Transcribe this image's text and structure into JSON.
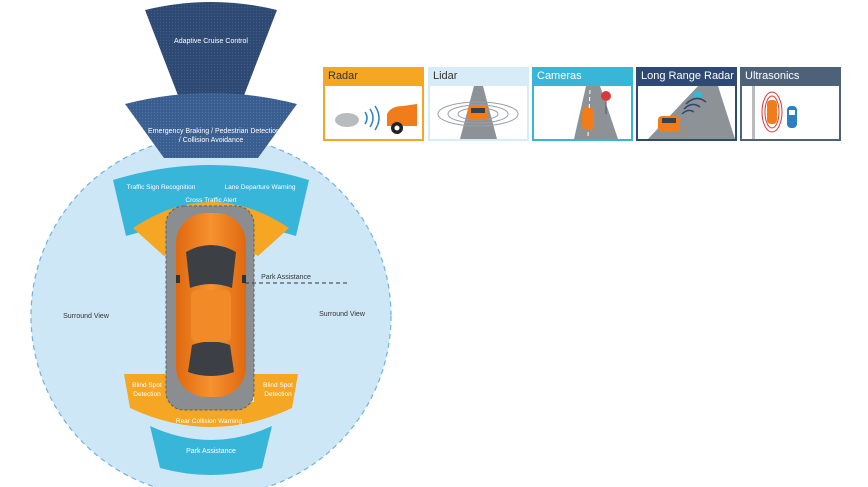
{
  "diagram": {
    "zones": {
      "acc": "Adaptive Cruise Control",
      "emergency_line1": "Emergency Braking / Pedestrian Detection",
      "emergency_line2": "/ Collision Avoidance",
      "traffic_sign": "Traffic Sign Recognition",
      "lane_departure": "Lane Departure Warning",
      "cross_traffic": "Cross Traffic Alert",
      "park_assist_side": "Park Assistance",
      "surround_left": "Surround View",
      "surround_right": "Surround View",
      "blind_spot_left_1": "Blind Spot",
      "blind_spot_left_2": "Detection",
      "blind_spot_right_1": "Blind Spot",
      "blind_spot_right_2": "Detection",
      "rear_collision": "Rear Collision Warning",
      "park_assist_rear": "Park Assistance"
    }
  },
  "legend": [
    {
      "label": "Radar",
      "header_color": "#f5a623",
      "text_color": "#333333",
      "icon": "radar-scene-icon"
    },
    {
      "label": "Lidar",
      "header_color": "#d8ecf7",
      "text_color": "#333333",
      "icon": "lidar-scene-icon"
    },
    {
      "label": "Cameras",
      "header_color": "#38b6d9",
      "text_color": "#ffffff",
      "icon": "camera-scene-icon"
    },
    {
      "label": "Long Range Radar",
      "header_color": "#2e4a73",
      "text_color": "#ffffff",
      "icon": "long-range-radar-scene-icon"
    },
    {
      "label": "Ultrasonics",
      "header_color": "#4d6278",
      "text_color": "#ffffff",
      "icon": "ultrasonic-scene-icon"
    }
  ],
  "colors": {
    "long_range_radar": "#2e4a73",
    "camera": "#38b6d9",
    "short_range_radar": "#f5a623",
    "surround": "#cde7f6",
    "car": "#f07d1a"
  }
}
